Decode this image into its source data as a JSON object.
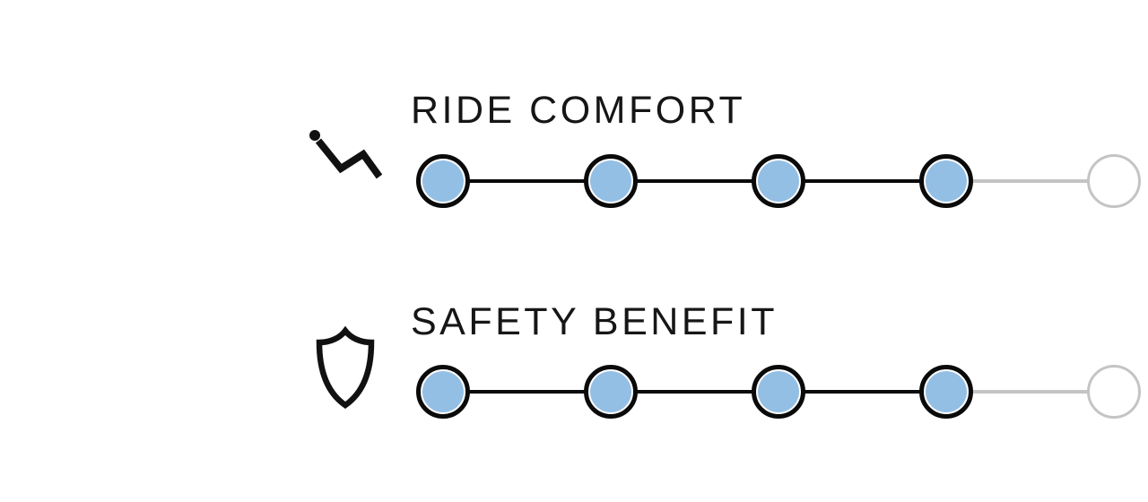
{
  "colors": {
    "page_bg": "#ffffff",
    "text": "#161616",
    "ring": "#0a0a0a",
    "dot_fill": "#94bfe5",
    "inactive": "#c4c4c4"
  },
  "scales": [
    {
      "label": "RIDE COMFORT",
      "icon": "recline-seat-icon",
      "value": 4,
      "max": 5
    },
    {
      "label": "SAFETY BENEFIT",
      "icon": "shield-icon",
      "value": 4,
      "max": 5
    }
  ],
  "chart_data": {
    "type": "table",
    "variant": "dot-rating-scale",
    "categories": [
      "RIDE COMFORT",
      "SAFETY BENEFIT"
    ],
    "values": [
      4,
      4
    ],
    "scale_max": 5,
    "filled_dot_color": "#94bfe5",
    "empty_dot_color": "#c4c4c4"
  }
}
